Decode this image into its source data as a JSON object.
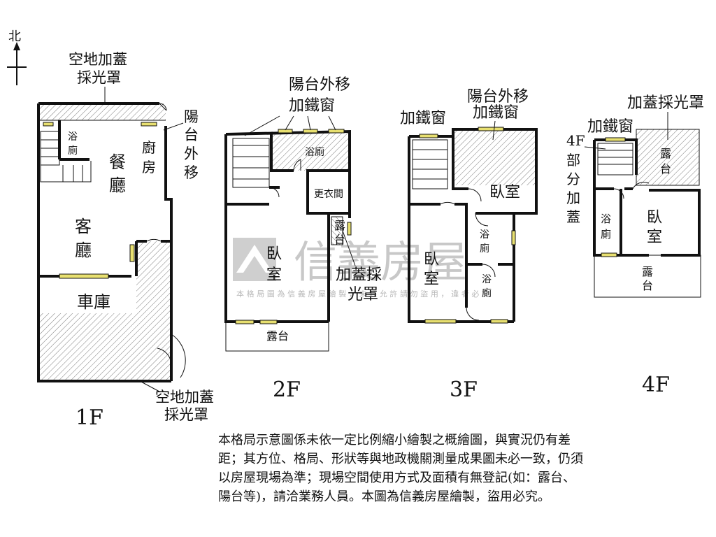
{
  "compass": {
    "north": "北"
  },
  "floors": {
    "f1": {
      "title": "1F",
      "rooms": {
        "bath": [
          "浴",
          "廁"
        ],
        "dining": [
          "餐",
          "廳"
        ],
        "kitchen": [
          "廚",
          "房"
        ],
        "living": [
          "客",
          "廳"
        ],
        "garage": "車庫"
      },
      "annotations": {
        "skylight_top": [
          "空地加蓋",
          "採光罩"
        ],
        "balcony": [
          "陽",
          "台",
          "外",
          "移"
        ],
        "skylight_bottom": [
          "空地加蓋",
          "採光罩"
        ]
      }
    },
    "f2": {
      "title": "2F",
      "rooms": {
        "bath": "浴廁",
        "dressing": "更衣間",
        "balcony_small": [
          "露",
          "台"
        ],
        "bedroom": [
          "臥",
          "室"
        ],
        "terrace": "露台"
      },
      "annotations": {
        "balcony_iron": [
          "陽台外移",
          "加鐵窗"
        ],
        "skylight": [
          "加蓋採",
          "光罩"
        ]
      }
    },
    "f3": {
      "title": "3F",
      "rooms": {
        "bedroom_top": "臥室",
        "bath1": [
          "浴",
          "廁"
        ],
        "bedroom_left": [
          "臥",
          "室"
        ],
        "bath2": [
          "浴",
          "廁"
        ]
      },
      "annotations": {
        "iron_window": "加鐵窗",
        "balcony_iron": [
          "陽台外移",
          "加鐵窗"
        ]
      }
    },
    "f4": {
      "title": "4F",
      "rooms": {
        "terrace_top": [
          "露",
          "台"
        ],
        "bath": [
          "浴",
          "廁"
        ],
        "bedroom": [
          "臥",
          "室"
        ],
        "terrace_bottom": [
          "露",
          "台"
        ]
      },
      "annotations": {
        "iron_window": "加鐵窗",
        "skylight": "加蓋採光罩",
        "partial": [
          "4F",
          "部",
          "分",
          "加",
          "蓋"
        ]
      }
    }
  },
  "watermark": {
    "brand": "信義房屋",
    "notice": "本格局圖為信義房屋繪製，未經允許請勿盜用，違者必究"
  },
  "disclaimer": [
    "本格局示意圖係未依一定比例縮小繪製之概繪圖，與實況仍有差",
    "距；其方位、格局、形狀等與地政機關測量成果圖未必一致，仍須",
    "以房屋現場為準；現場空間使用方式及面積有無登記(如：露台、",
    "陽台等)，請洽業務人員。本圖為信義房屋繪製，盜用必究。"
  ],
  "colors": {
    "wall": "#111111",
    "window": "#e8e070",
    "hatch": "#666666",
    "watermark": "#c8c8c8"
  }
}
